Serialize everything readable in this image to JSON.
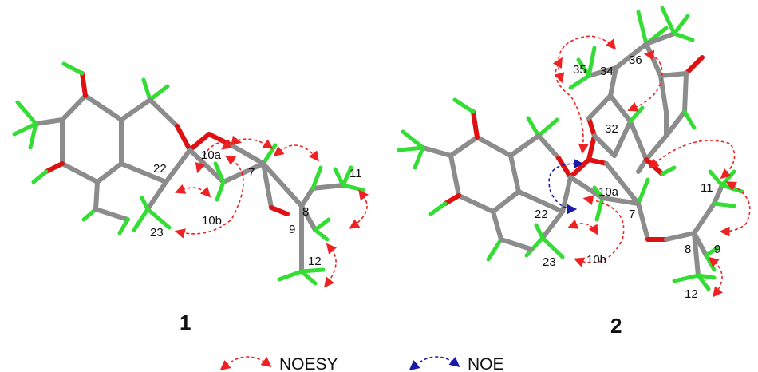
{
  "compounds": [
    {
      "id": "1",
      "atom_labels": [
        "10a",
        "22",
        "7",
        "11",
        "10b",
        "8",
        "9",
        "23",
        "12"
      ]
    },
    {
      "id": "2",
      "atom_labels": [
        "36",
        "35",
        "34",
        "32",
        "10a",
        "11",
        "22",
        "7",
        "10b",
        "8",
        "9",
        "23",
        "12"
      ]
    }
  ],
  "legend": {
    "noesy_label": "NOESY",
    "noe_label": "NOE"
  },
  "colors": {
    "carbon": "#8c8c8c",
    "hydrogen": "#33dd33",
    "oxygen": "#dd1111",
    "noesy_arrow": "#ee2222",
    "noe_arrow": "#1a1aaa"
  }
}
